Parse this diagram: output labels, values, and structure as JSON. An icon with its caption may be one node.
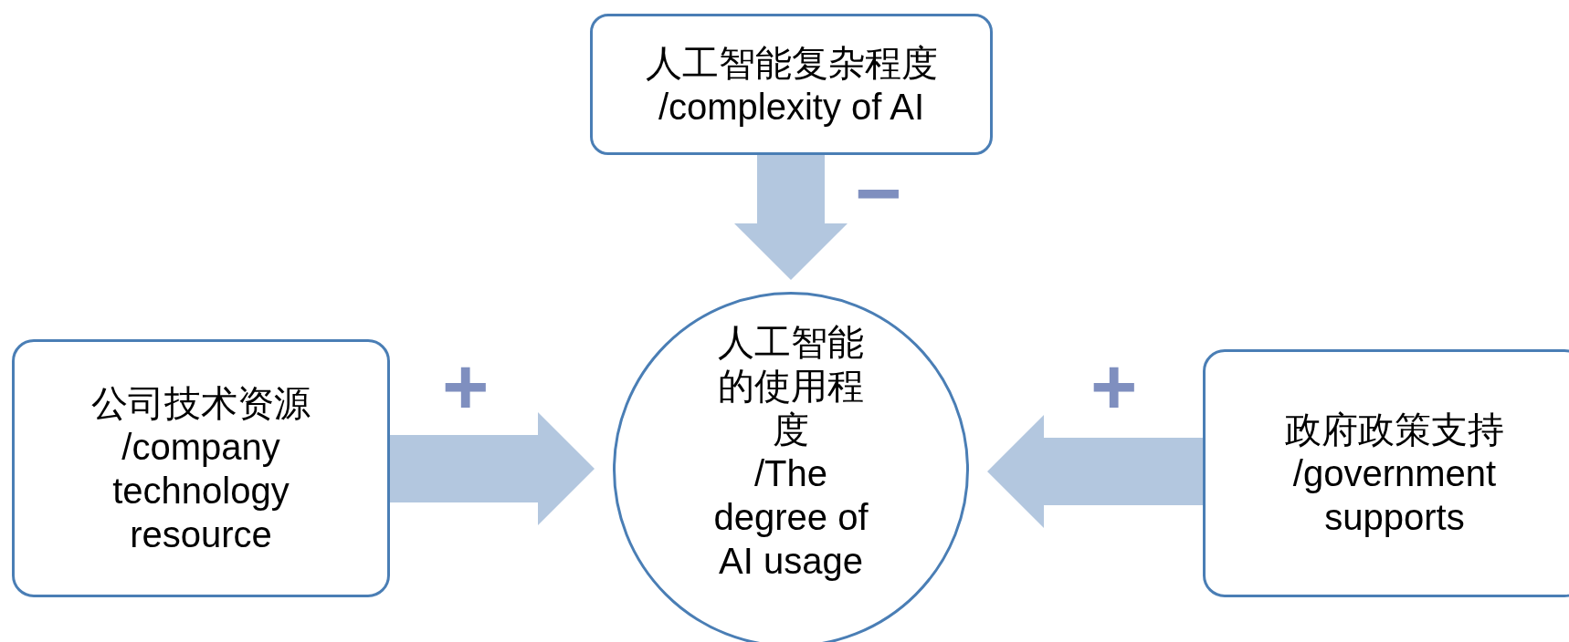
{
  "diagram": {
    "nodes": [
      {
        "text": [
          "人工智能复杂程度",
          "/complexity of AI"
        ]
      },
      {
        "text": [
          "公司技术资源",
          "/company technology resource"
        ]
      },
      {
        "text": [
          "人工智能的使用程度",
          "/The degree of AI usage"
        ]
      },
      {
        "text": [
          "政府政策支持",
          "/government supports"
        ]
      }
    ],
    "edges": [
      {
        "from": 0,
        "to": 2,
        "arrow": "to",
        "label": "−"
      },
      {
        "from": 1,
        "to": 2,
        "arrow": "to",
        "label": "+"
      },
      {
        "from": 3,
        "to": 2,
        "arrow": "to",
        "label": "+"
      }
    ]
  }
}
